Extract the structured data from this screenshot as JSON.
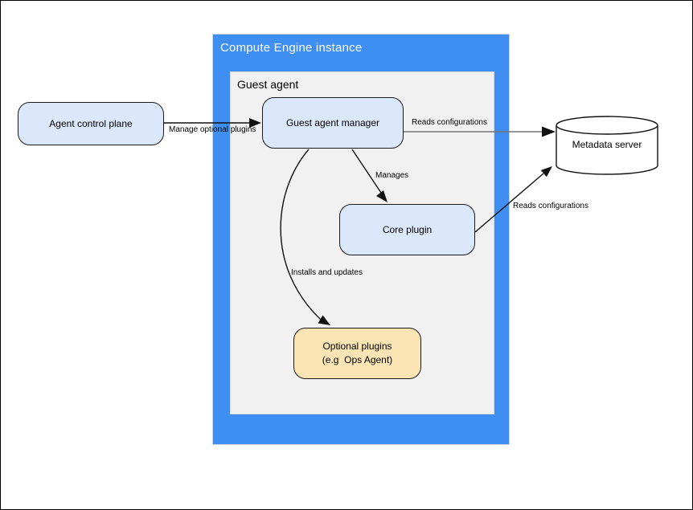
{
  "diagram": {
    "type": "architecture-diagram",
    "colors": {
      "container_blue": "#3f8ef2",
      "container_gray": "#f1f1f2",
      "node_blue_fill": "#dbe7fa",
      "node_yellow_fill": "#fbe5b5",
      "cylinder_fill": "#ffffff",
      "edge_color": "#000000",
      "edge_gray": "#757575"
    }
  },
  "containers": {
    "compute_engine": {
      "label": "Compute Engine instance"
    },
    "guest_agent": {
      "label": "Guest agent"
    }
  },
  "nodes": {
    "agent_control_plane": {
      "label": "Agent control plane"
    },
    "guest_agent_manager": {
      "label": "Guest agent manager"
    },
    "core_plugin": {
      "label": "Core plugin"
    },
    "optional_plugins": {
      "lines": [
        "Optional plugins",
        "(e.g  Ops Agent)"
      ]
    },
    "metadata_server": {
      "label": "Metadata server"
    }
  },
  "edges": [
    {
      "name": "manage-optional-plugins",
      "label": "Manage optional plugins",
      "from": "agent_control_plane",
      "to": "guest_agent_manager"
    },
    {
      "name": "reads-configurations-manager",
      "label": "Reads configurations",
      "from": "guest_agent_manager",
      "to": "metadata_server"
    },
    {
      "name": "manages",
      "label": "Manages",
      "from": "guest_agent_manager",
      "to": "core_plugin"
    },
    {
      "name": "installs-and-updates",
      "label": "Installs and updates",
      "from": "guest_agent_manager",
      "to": "optional_plugins"
    },
    {
      "name": "reads-configurations-core",
      "label": "Reads configurations",
      "from": "core_plugin",
      "to": "metadata_server"
    }
  ]
}
